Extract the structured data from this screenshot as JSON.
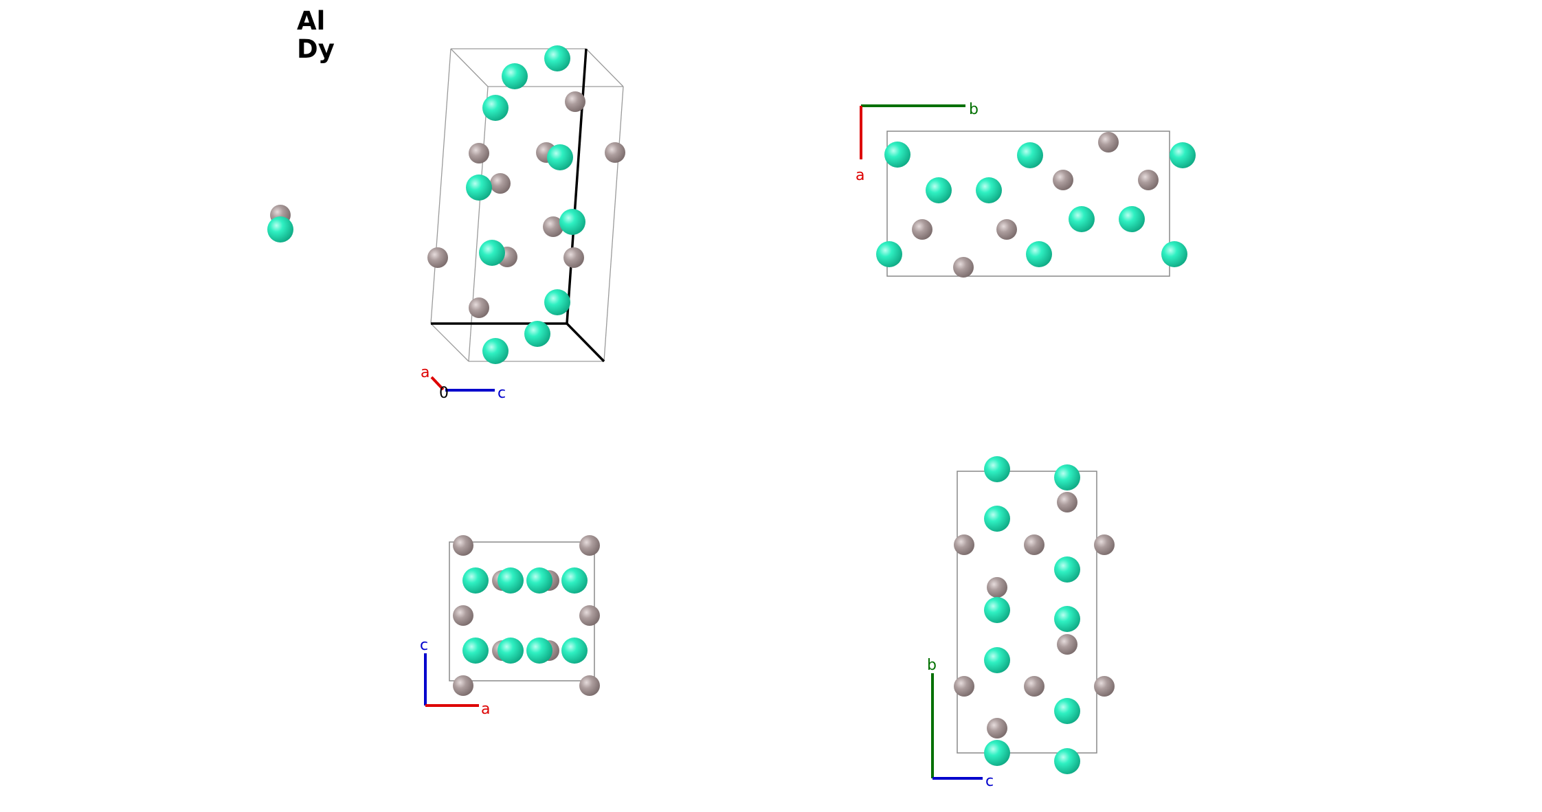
{
  "legend": {
    "elements": [
      {
        "symbol": "Al",
        "color": "#a89a9a"
      },
      {
        "symbol": "Dy",
        "color": "#1fe3b4"
      }
    ]
  },
  "axes": {
    "a": {
      "label": "a",
      "color": "#dd0000"
    },
    "b": {
      "label": "b",
      "color": "#007000"
    },
    "c": {
      "label": "c",
      "color": "#0000cc"
    },
    "origin_label": "0"
  },
  "views": {
    "perspective": {
      "axis_labels": [
        "a",
        "c"
      ]
    },
    "along_c": {
      "axis_labels": [
        "b",
        "a"
      ]
    },
    "along_b": {
      "axis_labels": [
        "c",
        "a"
      ]
    },
    "along_a": {
      "axis_labels": [
        "b",
        "c"
      ]
    }
  }
}
